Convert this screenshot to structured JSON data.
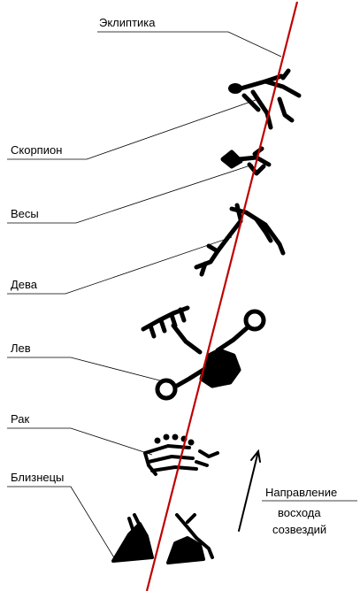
{
  "labels": {
    "ecliptic": "Эклиптика",
    "scorpio": "Скорпион",
    "libra": "Весы",
    "virgo": "Дева",
    "leo": "Лев",
    "cancer": "Рак",
    "gemini": "Близнецы"
  },
  "direction": {
    "line1": "Направление",
    "line2": "восхода",
    "line3": "созвездий"
  },
  "colors": {
    "ecliptic_line": "#c00000",
    "ink": "#000000"
  }
}
